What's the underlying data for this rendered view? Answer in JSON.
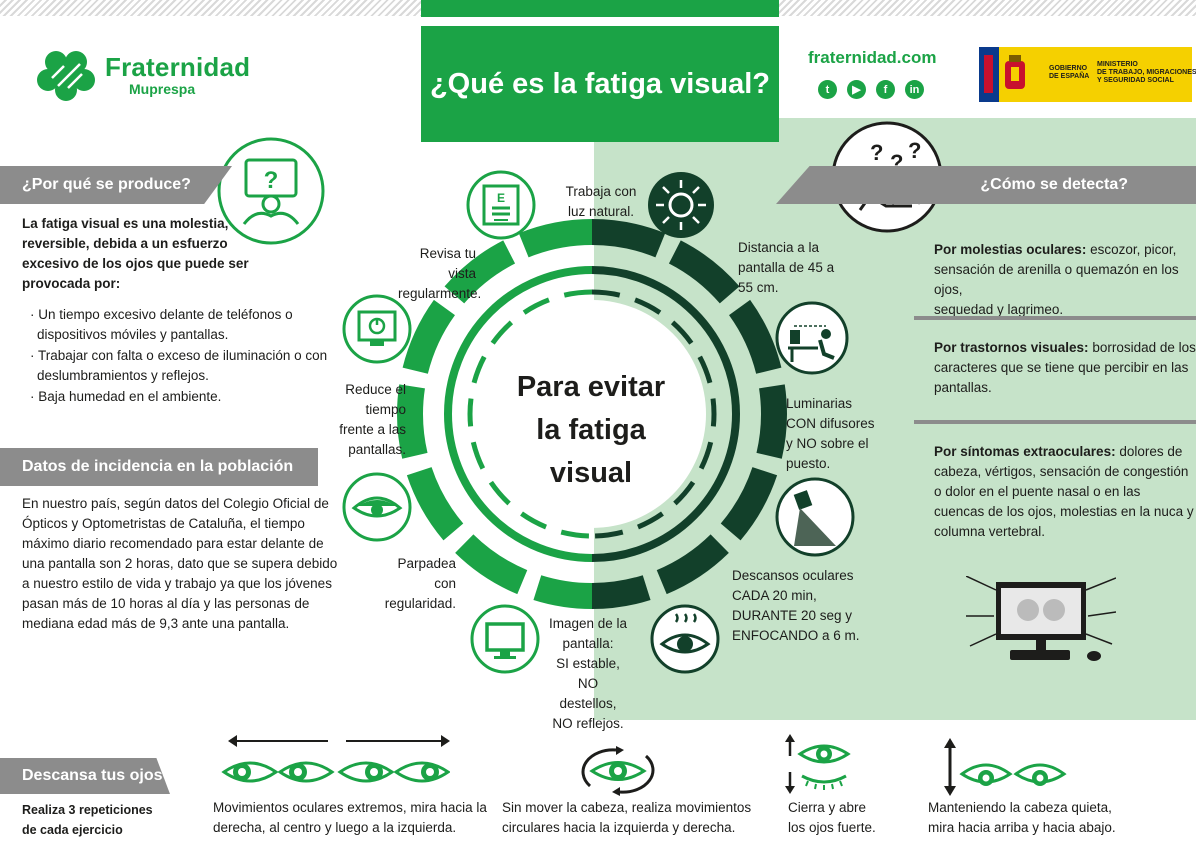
{
  "brand": {
    "name": "Fraternidad",
    "sub": "Muprespa"
  },
  "title": "¿Qué es la fatiga visual?",
  "website": "fraternidad.com",
  "social": [
    "twitter-icon",
    "youtube-icon",
    "facebook-icon",
    "linkedin-icon"
  ],
  "gov": {
    "left": "GOBIERNO\nDE ESPAÑA",
    "right": "MINISTERIO\nDE TRABAJO, MIGRACIONES\nY SEGURIDAD SOCIAL"
  },
  "colors": {
    "green": "#1ba346",
    "dark_green": "#12402a",
    "light_green": "#c6e3c9",
    "gray": "#8c8c8c"
  },
  "why": {
    "heading": "¿Por qué se produce?",
    "intro_lines": [
      "La fatiga visual es una molestia,",
      "reversible, debida a un esfuerzo",
      "excesivo de los ojos que puede ser",
      "provocada por:"
    ],
    "bullets": [
      [
        "· Un tiempo excesivo delante de teléfonos o",
        "dispositivos móviles y pantallas."
      ],
      [
        "· Trabajar con falta o exceso de iluminación o con",
        "deslumbramientos y reflejos."
      ],
      [
        "· Baja humedad en el ambiente."
      ]
    ]
  },
  "incidence": {
    "heading": "Datos de incidencia en la población",
    "lines": [
      "En nuestro país, según datos del Colegio Oficial de",
      "Ópticos y Optometristas de Cataluña, el tiempo",
      "máximo diario recomendado para estar delante de",
      "una pantalla son 2 horas, dato que se supera debido",
      "a nuestro estilo de vida y trabajo ya que los jóvenes",
      "pasan más de 10 horas al día y las personas de",
      "mediana edad más de 9,3 ante una pantalla."
    ]
  },
  "detect": {
    "heading": "¿Cómo se detecta?",
    "items": [
      {
        "bold": "Por molestias oculares:",
        "lines": [
          " escozor, picor,",
          "sensación de arenilla o quemazón en los ojos,",
          "sequedad y lagrimeo."
        ]
      },
      {
        "bold": "Por trastornos visuales:",
        "lines": [
          " borrosidad de los",
          "caracteres que se tiene que percibir en las",
          "pantallas."
        ]
      },
      {
        "bold": "Por síntomas extraoculares:",
        "lines": [
          " dolores de",
          "cabeza, vértigos, sensación de congestión",
          "o dolor en el puente nasal o en las",
          "cuencas de los ojos, molestias en la nuca y",
          "columna vertebral."
        ]
      }
    ]
  },
  "center": {
    "lines": [
      "Para evitar",
      "la fatiga",
      "visual"
    ]
  },
  "tips": [
    {
      "icon": "eye-chart-icon",
      "lines": [
        "Revisa tu vista",
        "regularmente."
      ]
    },
    {
      "icon": "monitor-power-icon",
      "lines": [
        "Reduce el tiempo",
        "frente a las",
        "pantallas."
      ]
    },
    {
      "icon": "eye-blink-icon",
      "lines": [
        "Parpadea con",
        "regularidad."
      ]
    },
    {
      "icon": "monitor-icon",
      "lines": [
        "Imagen de la",
        "pantalla:",
        "SI estable,",
        "NO destellos,",
        "NO reflejos."
      ]
    },
    {
      "icon": "sun-icon",
      "lines": [
        "Trabaja con",
        "luz natural."
      ]
    },
    {
      "icon": "desk-distance-icon",
      "lines": [
        "Distancia a la",
        "pantalla de 45 a",
        "55 cm."
      ]
    },
    {
      "icon": "lamp-icon",
      "lines": [
        "Luminarias",
        "CON difusores",
        "y NO sobre el",
        "puesto."
      ]
    },
    {
      "icon": "tired-eye-icon",
      "lines": [
        "Descansos oculares",
        "CADA 20 min,",
        "DURANTE 20 seg y",
        "ENFOCANDO a 6 m."
      ]
    }
  ],
  "rest": {
    "heading": "Descansa tus ojos",
    "sub_lines": [
      "Realiza 3 repeticiones",
      "de cada ejercicio"
    ],
    "exercises": [
      {
        "lines": [
          "Movimientos oculares extremos, mira hacia la",
          "derecha, al centro y luego a la izquierda."
        ]
      },
      {
        "lines": [
          "Sin mover la cabeza, realiza movimientos",
          "circulares hacia la izquierda y derecha."
        ]
      },
      {
        "lines": [
          "Cierra y abre",
          "los ojos fuerte."
        ]
      },
      {
        "lines": [
          "Manteniendo la cabeza quieta,",
          "mira hacia arriba y hacia abajo."
        ]
      }
    ]
  }
}
